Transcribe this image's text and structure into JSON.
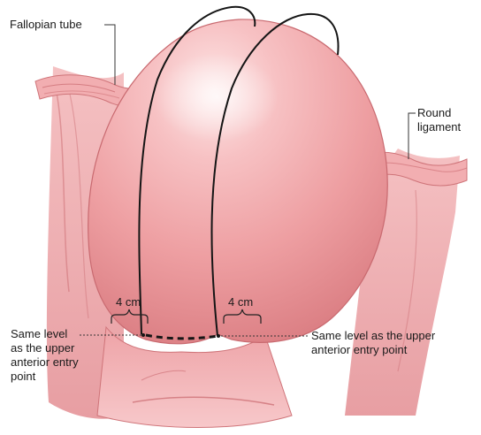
{
  "labels": {
    "fallopian_tube": "Fallopian tube",
    "round_ligament": "Round\nligament",
    "left_distance": "4 cm",
    "right_distance": "4 cm",
    "left_entry": "Same level\nas the upper\nanterior entry\npoint",
    "right_entry": "Same level as the upper\nanterior entry point"
  },
  "colors": {
    "background": "#ffffff",
    "tissue_light": "#fbd7d7",
    "tissue_mid": "#ee9fa2",
    "tissue_dark": "#c96a70",
    "suture": "#151515",
    "leader_line": "#333333"
  }
}
